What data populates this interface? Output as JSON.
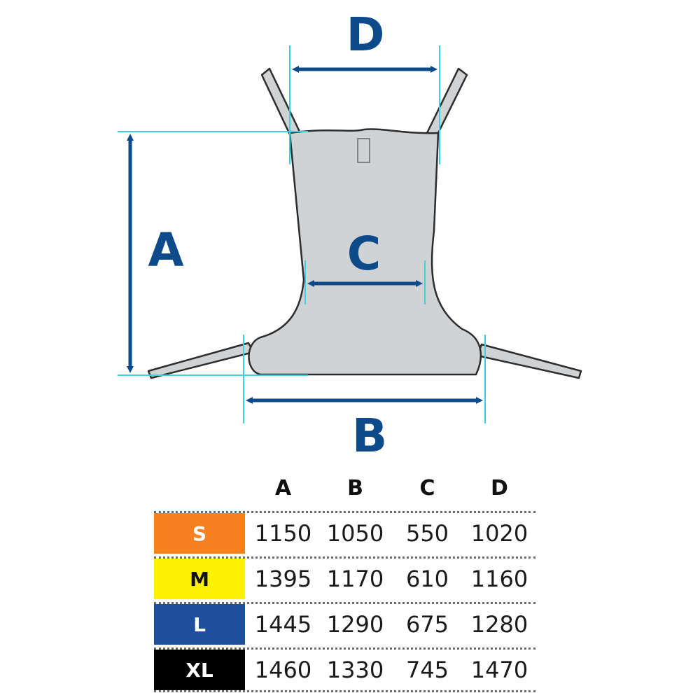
{
  "diagram": {
    "labels": {
      "a": "A",
      "b": "B",
      "c": "C",
      "d": "D"
    },
    "colors": {
      "sling_fill": "#cfd3d6",
      "sling_outline": "#2c2c2c",
      "arrow": "#0d4a8a",
      "guide": "#3fd0e0"
    }
  },
  "table": {
    "headers": [
      "A",
      "B",
      "C",
      "D"
    ],
    "rows": [
      {
        "size": "S",
        "bg": "#f5821f",
        "fg": "#ffffff",
        "values": [
          "1150",
          "1050",
          "550",
          "1020"
        ]
      },
      {
        "size": "M",
        "bg": "#fff200",
        "fg": "#111111",
        "values": [
          "1395",
          "1170",
          "610",
          "1160"
        ]
      },
      {
        "size": "L",
        "bg": "#1f4e9c",
        "fg": "#ffffff",
        "values": [
          "1445",
          "1290",
          "675",
          "1280"
        ]
      },
      {
        "size": "XL",
        "bg": "#000000",
        "fg": "#ffffff",
        "values": [
          "1460",
          "1330",
          "745",
          "1470"
        ]
      }
    ]
  }
}
